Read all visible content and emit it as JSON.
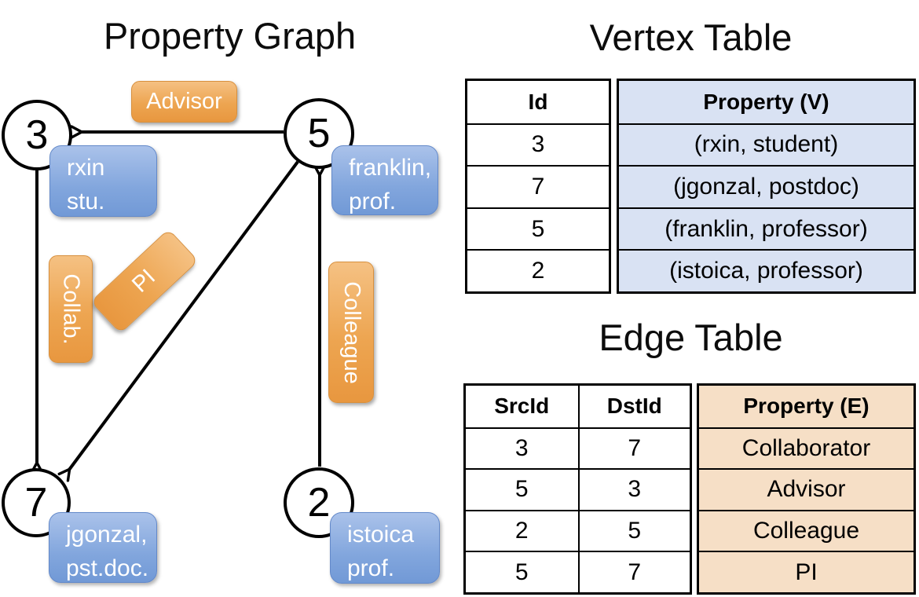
{
  "panel_titles": {
    "graph": "Property Graph",
    "vertex_table": "Vertex Table",
    "edge_table": "Edge Table"
  },
  "graph": {
    "nodes": {
      "n3": {
        "id": "3",
        "prop_line1": "rxin",
        "prop_line2": "stu."
      },
      "n5": {
        "id": "5",
        "prop_line1": "franklin,",
        "prop_line2": "prof."
      },
      "n7": {
        "id": "7",
        "prop_line1": "jgonzal,",
        "prop_line2": "pst.doc."
      },
      "n2": {
        "id": "2",
        "prop_line1": "istoica",
        "prop_line2": "prof."
      }
    },
    "edge_labels": {
      "advisor": "Advisor",
      "collab": "Collab.",
      "pi": "PI",
      "colleague": "Colleague"
    },
    "edges": [
      {
        "src": "5",
        "dst": "3",
        "label": "Advisor"
      },
      {
        "src": "3",
        "dst": "7",
        "label": "Collab."
      },
      {
        "src": "5",
        "dst": "7",
        "label": "PI"
      },
      {
        "src": "2",
        "dst": "5",
        "label": "Colleague"
      }
    ]
  },
  "vertex_table": {
    "headers": {
      "id": "Id",
      "property": "Property (V)"
    },
    "rows": [
      {
        "id": "3",
        "property": "(rxin, student)"
      },
      {
        "id": "7",
        "property": "(jgonzal, postdoc)"
      },
      {
        "id": "5",
        "property": "(franklin, professor)"
      },
      {
        "id": "2",
        "property": "(istoica, professor)"
      }
    ]
  },
  "edge_table": {
    "headers": {
      "src": "SrcId",
      "dst": "DstId",
      "property": "Property (E)"
    },
    "rows": [
      {
        "src": "3",
        "dst": "7",
        "property": "Collaborator"
      },
      {
        "src": "5",
        "dst": "3",
        "property": "Advisor"
      },
      {
        "src": "2",
        "dst": "5",
        "property": "Colleague"
      },
      {
        "src": "5",
        "dst": "7",
        "property": "PI"
      }
    ]
  },
  "colors": {
    "edge_label_orange": "#EDA551",
    "vertex_label_blue": "#82A6DD",
    "vertex_property_fill": "#D9E2F3",
    "edge_property_fill": "#F6DFC6",
    "line_black": "#000000",
    "background": "#FFFFFF"
  }
}
